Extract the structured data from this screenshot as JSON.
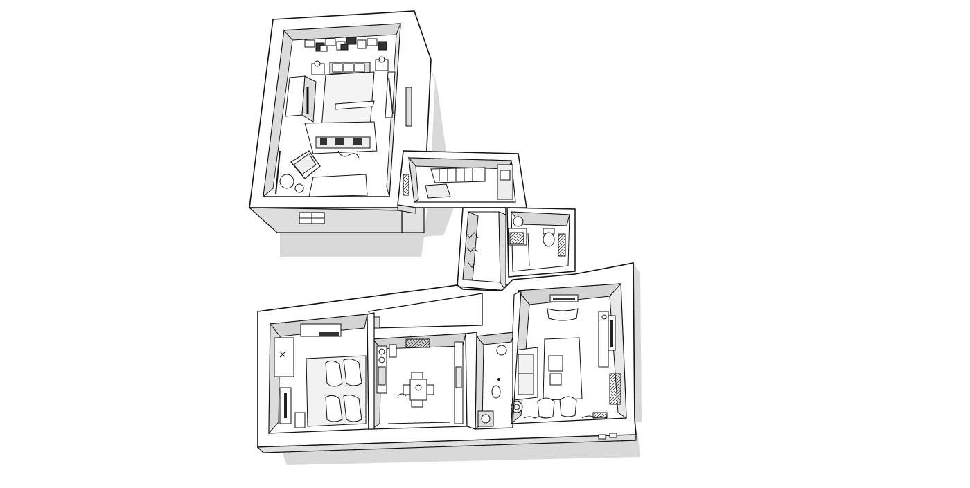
{
  "image": {
    "kind": "isometric floor plan sketch",
    "style": "monochrome line drawing with grey shadows",
    "colors": {
      "background": "#ffffff",
      "line": "#111111",
      "wall_top": "#ffffff",
      "wall_face": "#dcdcdc",
      "shadow": "#d9d9d9",
      "floor": "#ffffff",
      "furniture_dark": "#2a2a2a"
    }
  },
  "rooms": [
    {
      "id": "upper-bedroom",
      "furniture": [
        "bed",
        "picture-wall",
        "wardrobe",
        "desk",
        "armchair",
        "side-table",
        "window"
      ]
    },
    {
      "id": "hallway",
      "furniture": [
        "shelving",
        "stairs"
      ]
    },
    {
      "id": "corridor",
      "furniture": [
        "coat-rack"
      ]
    },
    {
      "id": "bathroom",
      "furniture": [
        "toilet",
        "sink",
        "shower",
        "towel-rail"
      ]
    },
    {
      "id": "lower-bedroom",
      "furniture": [
        "twin-beds",
        "tv-unit",
        "air-conditioner"
      ]
    },
    {
      "id": "kitchen-dining",
      "furniture": [
        "dining-table",
        "chairs",
        "counter",
        "fireplace"
      ]
    },
    {
      "id": "small-bath",
      "furniture": [
        "toilet",
        "sink",
        "washing-machine"
      ]
    },
    {
      "id": "living-room",
      "furniture": [
        "sofa",
        "coffee-table",
        "armchairs",
        "tv-console",
        "air-conditioner",
        "radiator"
      ]
    }
  ]
}
